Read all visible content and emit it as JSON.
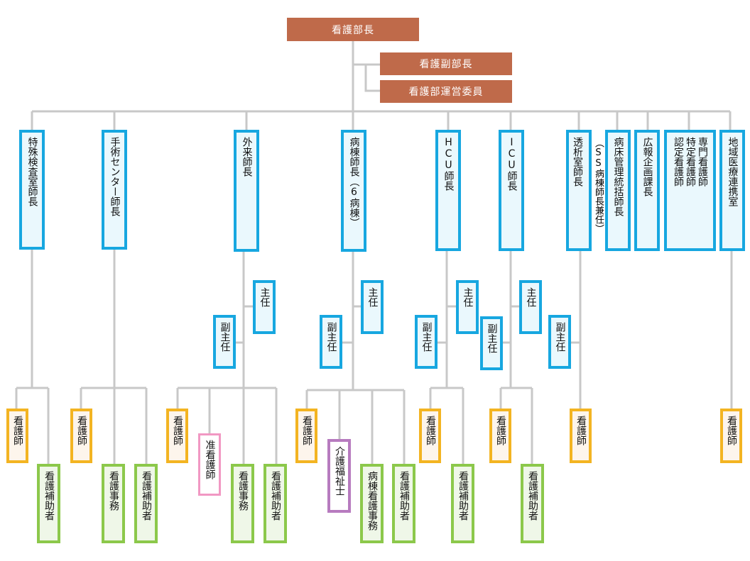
{
  "head": "看護部長",
  "deputy": "看護副部長",
  "committee": "看護部運営委員",
  "managers": {
    "tokushu": "特殊検査室師長",
    "shujutsu": "手術センター師長",
    "gairai": "外来師長",
    "byoto": "病棟師長（6病棟）",
    "hcu": "HCU師長",
    "icu": "ICU師長",
    "toseki": "透析室師長",
    "ss_note": "（SS病棟師長兼任）",
    "byosho": "病床管理統括師長",
    "koho": "広報企画課長",
    "nintei_1": "認定看護師",
    "nintei_2": "特定看護師",
    "nintei_3": "専門看護師",
    "chiiki": "地域医療連携室"
  },
  "roles": {
    "shunin": "主任",
    "fuku_shunin": "副主任",
    "kangoshi": "看護師",
    "kango_hojo": "看護補助者",
    "kango_jimu": "看護事務",
    "jun_kangoshi": "准看護師",
    "kaigo": "介護福祉士",
    "byoto_jimu": "病棟看護事務"
  },
  "colors": {
    "header": "#bf6a4a",
    "manager_border": "#17a7e0",
    "nurse_border": "#f3b422",
    "assistant_border": "#8cc84b",
    "assoc_nurse_border": "#f198c3",
    "care_worker_border": "#b77bbf",
    "connector": "#c8c8c8"
  }
}
